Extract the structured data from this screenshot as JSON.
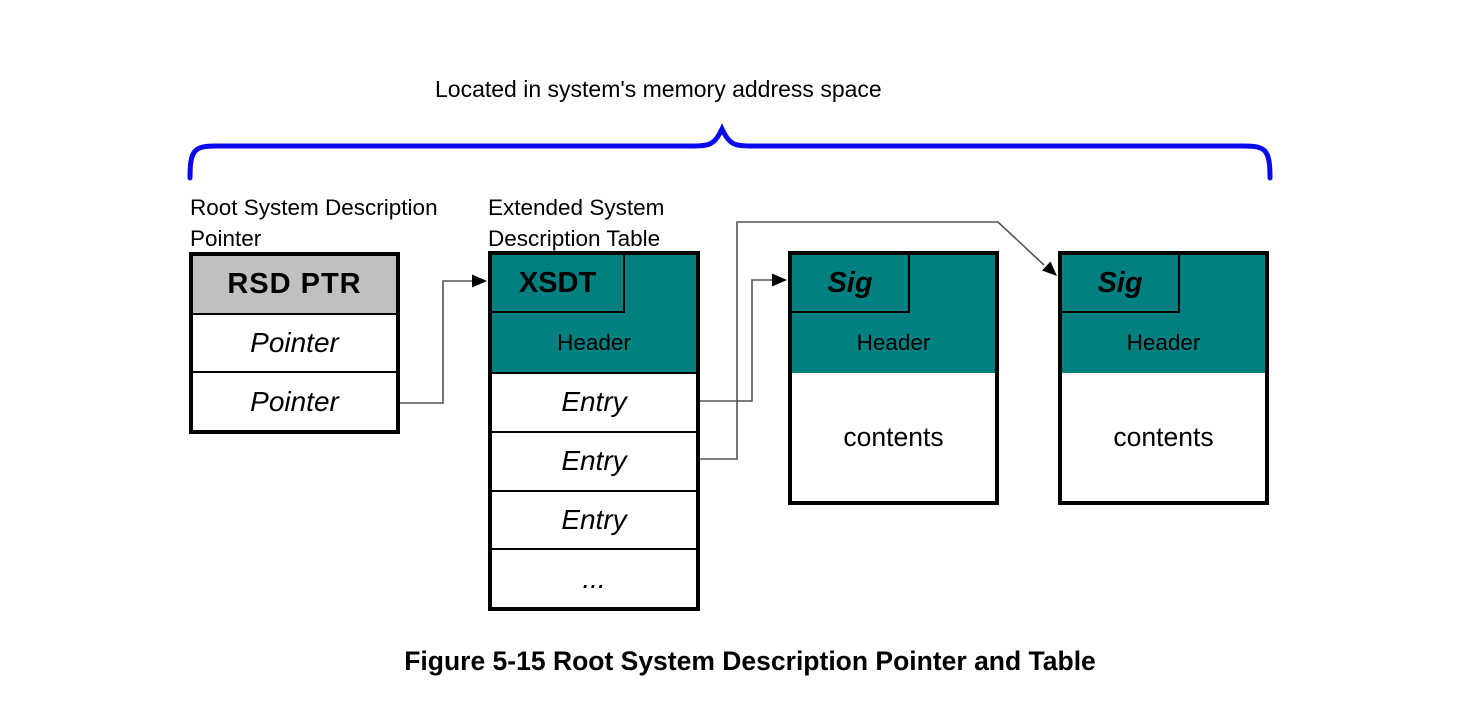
{
  "top_label": "Located in system's memory address space",
  "caption": "Figure 5-15 Root System Description Pointer and Table",
  "colors": {
    "teal": "#008080",
    "gray": "#c0c0c0",
    "blue": "#0a0af0",
    "line": "#555555"
  },
  "rsdp": {
    "label": "Root System Description Pointer",
    "header": "RSD PTR",
    "rows": [
      "Pointer",
      "Pointer"
    ]
  },
  "xsdt": {
    "label": "Extended System Description Table",
    "signature": "XSDT",
    "header_label": "Header",
    "rows": [
      "Entry",
      "Entry",
      "Entry",
      "..."
    ]
  },
  "sig_tables": [
    {
      "signature": "Sig",
      "header_label": "Header",
      "body": "contents"
    },
    {
      "signature": "Sig",
      "header_label": "Header",
      "body": "contents"
    }
  ]
}
